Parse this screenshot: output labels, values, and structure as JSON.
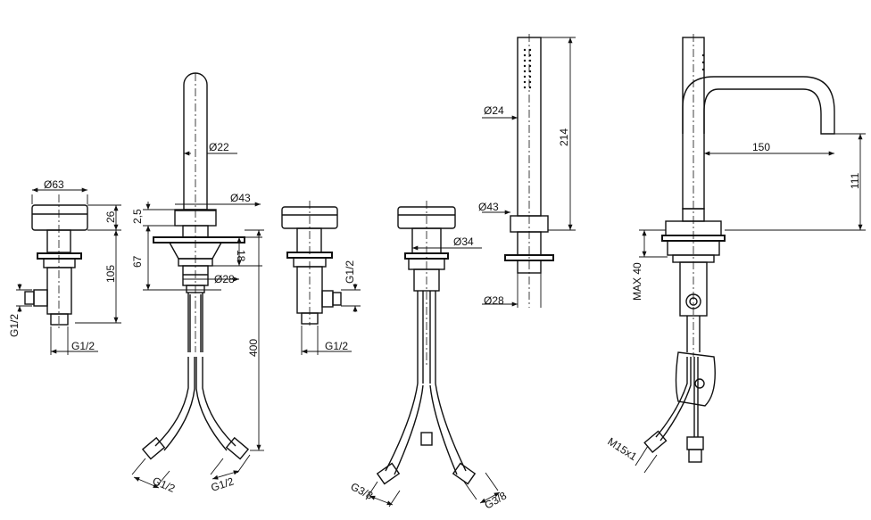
{
  "labels": {
    "c1_dia63": "Ø63",
    "c1_h26": "26",
    "c1_h105": "105",
    "c1_side_thread": "G1/2",
    "c1_bottom_thread": "G1/2",
    "sp_h2_5": "2,5",
    "sp_h67": "67",
    "sp_dia22": "Ø22",
    "sp_dia43": "Ø43",
    "sp_h18": "18",
    "sp_dia28": "Ø28",
    "sp_h400": "400",
    "sp_hose_left": "G1/2",
    "sp_hose_right": "G1/2",
    "c3_side_thread": "G1/2",
    "c3_bottom_thread": "G1/2",
    "dv_dia34": "Ø34",
    "dv_hose_left": "G3/8",
    "dv_hose_right": "G3/8",
    "hs_dia24": "Ø24",
    "hs_h214": "214",
    "hs_dia43": "Ø43",
    "hs_dia28": "Ø28",
    "sv_w150": "150",
    "sv_h111": "111",
    "sv_max40": "MAX 40",
    "sv_m15": "M15x1"
  }
}
